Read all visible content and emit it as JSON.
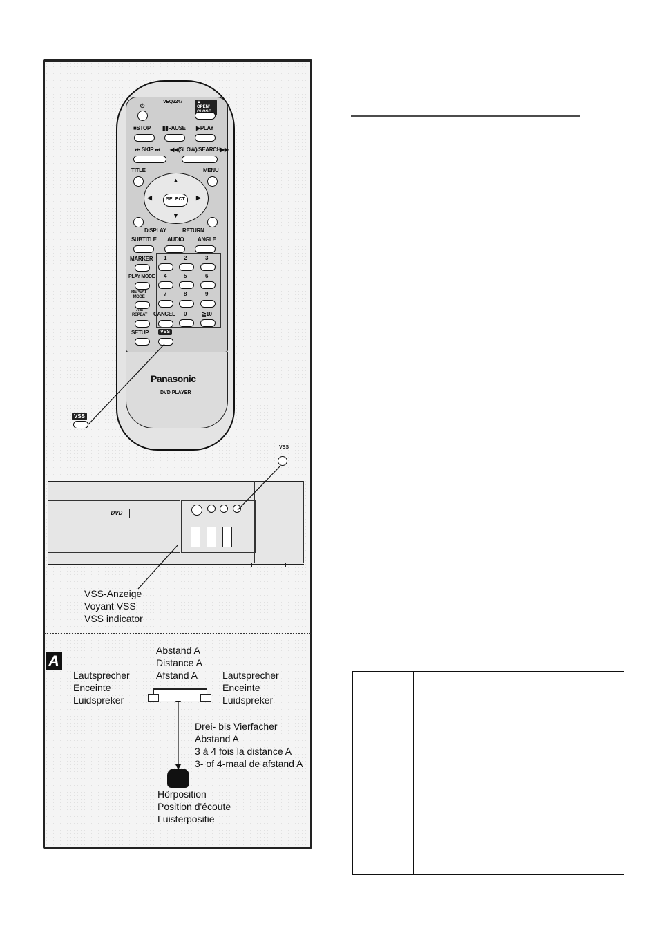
{
  "remote": {
    "model_code": "VEQ2247",
    "open_close": "▲ OPEN/ CLOSE",
    "power_symbol": "⏻",
    "stop": "■STOP",
    "pause": "▮▮PAUSE",
    "play": "▶PLAY",
    "skip": "⏮ SKIP ⏭",
    "slow_search": "◀◀(SLOW)/SEARCH▶▶",
    "title": "TITLE",
    "menu": "MENU",
    "select": "SELECT",
    "display": "DISPLAY",
    "return": "RETURN",
    "subtitle": "SUBTITLE",
    "audio": "AUDIO",
    "angle": "ANGLE",
    "marker": "MARKER",
    "play_mode": "PLAY MODE",
    "repeat_mode": "REPEAT MODE",
    "ab_repeat": "A-B REPEAT",
    "cancel": "CANCEL",
    "setup": "SETUP",
    "vss": "VSS",
    "digits": [
      "1",
      "2",
      "3",
      "4",
      "5",
      "6",
      "7",
      "8",
      "9",
      "0",
      "≧10"
    ],
    "brand": "Panasonic",
    "product": "DVD PLAYER"
  },
  "vss_callout_tag": "VSS",
  "player": {
    "vss_label": "VSS",
    "dvd_logo": "DVD"
  },
  "indicator_labels": [
    "VSS-Anzeige",
    "Voyant VSS",
    "VSS indicator"
  ],
  "figure_a": {
    "letter": "A",
    "distance": [
      "Abstand A",
      "Distance A",
      "Afstand A"
    ],
    "speaker_left": [
      "Lautsprecher",
      "Enceinte",
      "Luidspreker"
    ],
    "speaker_right": [
      "Lautsprecher",
      "Enceinte",
      "Luidspreker"
    ],
    "multiple": [
      "Drei- bis Vierfacher",
      "Abstand A",
      "3 à 4 fois la distance A",
      "3- of 4-maal de afstand A"
    ],
    "listening": [
      "Hörposition",
      "Position d'écoute",
      "Luisterpositie"
    ]
  }
}
